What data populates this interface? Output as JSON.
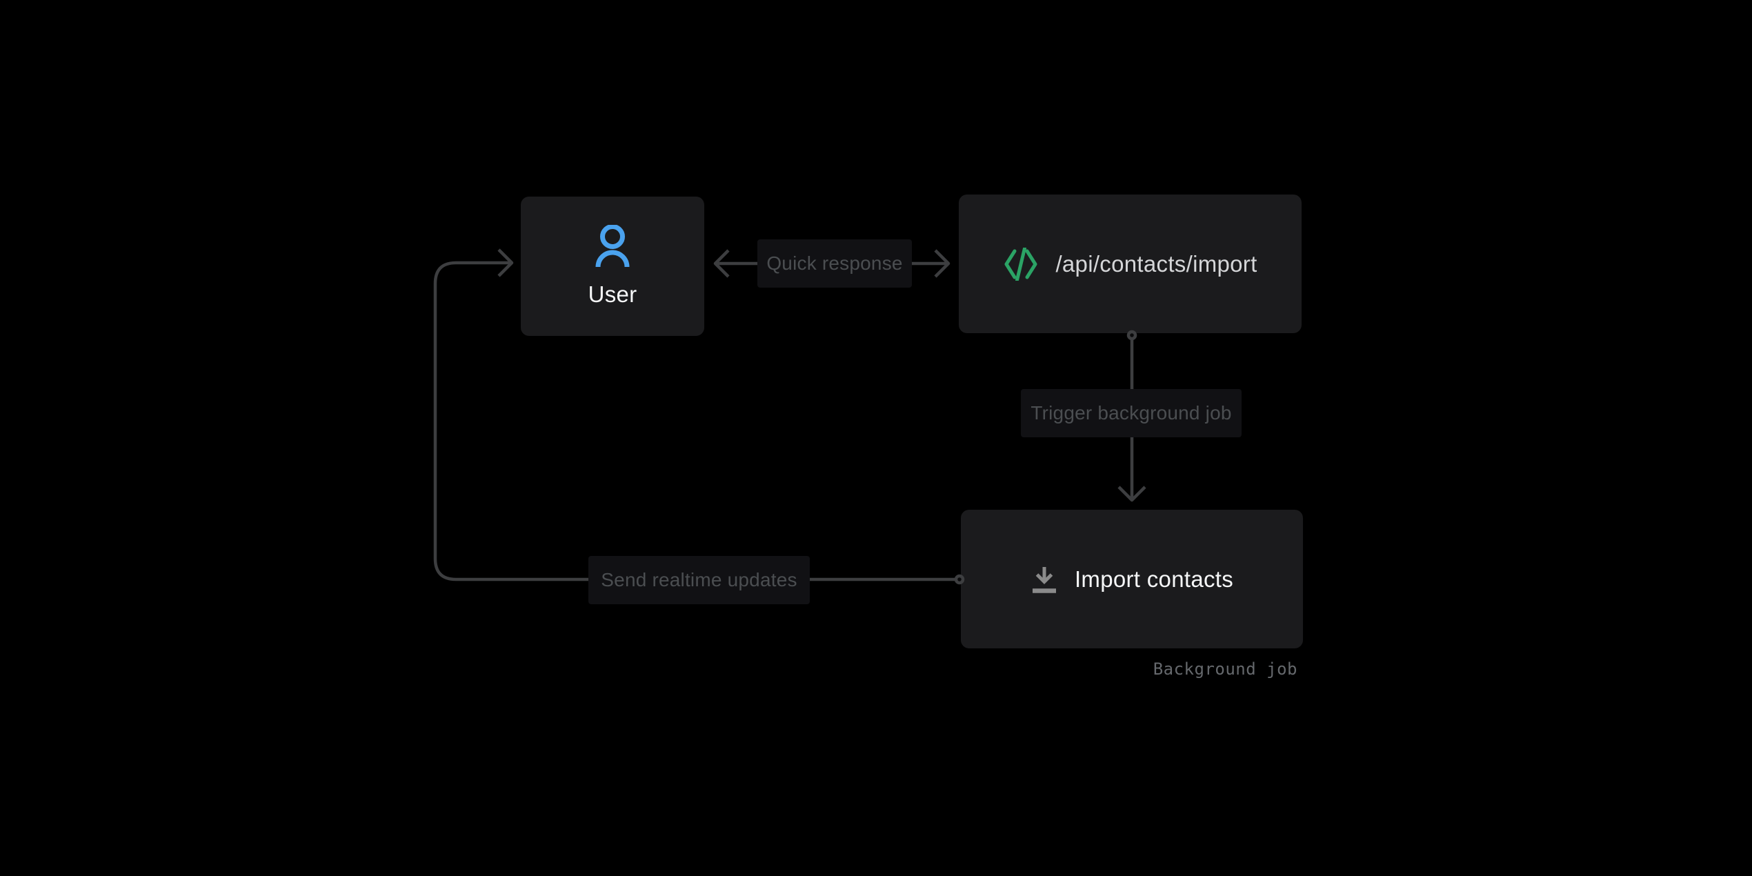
{
  "diagram": {
    "nodes": {
      "user": {
        "title": "User",
        "icon": "user-icon"
      },
      "api": {
        "title": "/api/contacts/import",
        "icon": "code-icon"
      },
      "import_job": {
        "title": "Import contacts",
        "icon": "download-icon",
        "caption": "Background job"
      }
    },
    "edges": {
      "quick_response": {
        "label": "Quick response",
        "between": [
          "user",
          "api"
        ],
        "style": "double-headed-arrow"
      },
      "trigger_job": {
        "label": "Trigger background job",
        "from": "api",
        "to": "import_job"
      },
      "realtime_updates": {
        "label": "Send realtime updates",
        "from": "import_job",
        "to": "user"
      }
    },
    "colors": {
      "background": "#000000",
      "node_bg": "#1b1b1d",
      "edge_label_bg": "#111114",
      "edge_line": "#3d3e40",
      "edge_label_text": "#4b4e51",
      "node_title_text": "#f6f7f8",
      "api_path_text": "#d5d6d8",
      "caption_text": "#65686c",
      "user_icon_color": "#4aa2ee",
      "code_icon_color": "#2ba365",
      "download_icon_color": "#8b8b8b"
    }
  }
}
